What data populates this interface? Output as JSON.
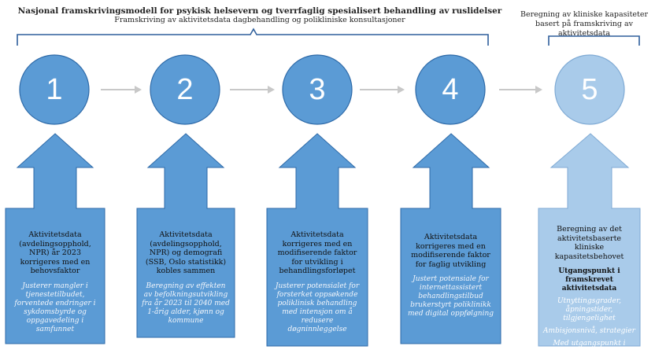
{
  "header": {
    "title": "Nasjonal framskrivingsmodell for psykisk helsevern og tverrfaglig spesialisert behandling av ruslidelser",
    "subtitle": "Framskriving av aktivitetsdata dagbehandling og polikliniske konsultasjoner",
    "step5_title": "Beregning av kliniske kapasiteter basert på framskriving av aktivitetsdata"
  },
  "colors": {
    "step_fill": "#5b9bd5",
    "step_stroke": "#2e6aa8",
    "step5_fill": "#a9cbea",
    "step5_stroke": "#7faad4",
    "connector": "#c8c8c8",
    "brace": "#2f5f9c"
  },
  "steps": [
    {
      "number": "1",
      "text": "Aktivitetsdata (avdelingsopphold, NPR) år 2023 korrigeres med en behovsfaktor",
      "note": "Justerer mangler i tjenestetilbudet, forventede endringer i sykdomsbyrde og oppgavedeling i samfunnet"
    },
    {
      "number": "2",
      "text": "Aktivitetsdata (avdelingsopphold, NPR) og demografi (SSB, Oslo statistikk) kobles sammen",
      "note": "Beregning av effekten av befolkningsutvikling fra år 2023 til 2040 med 1-årig alder, kjønn og kommune"
    },
    {
      "number": "3",
      "text": "Aktivitetsdata korrigeres med en modifiserende faktor for utvikling i behandlingsforløpet",
      "note": "Justerer potensialet for forsterket oppsøkende poliklinisk behandling med intensjon om å redusere døgninnleggelse"
    },
    {
      "number": "4",
      "text": "Aktivitetsdata korrigeres med en modifiserende faktor for faglig utvikling",
      "note": "Justert potensiale for internettassistert behandlingstilbud brukerstyrt poliklinikk med digital oppfølgning"
    },
    {
      "number": "5",
      "text": "Beregning av det aktivitetsbaserte kliniske kapasitetsbehovet",
      "bold": "Utgangspunkt i framskrevet aktivitetsdata",
      "notes": [
        "Utnyttingsgrader, åpningstider, tilgjengelighet",
        "Ambisjonsnivå, strategier",
        "Med utgangspunkt i beslutninger fra RHF"
      ]
    }
  ]
}
